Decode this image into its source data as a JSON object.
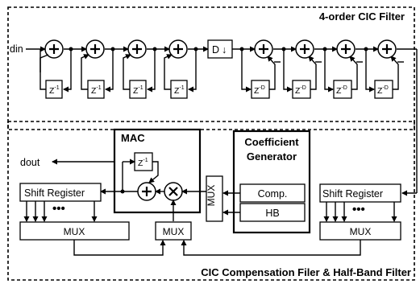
{
  "cic": {
    "title": "4-order CIC Filter",
    "input_label": "din",
    "integrator_delay_base": "Z",
    "integrator_delay_exp": "-1",
    "comb_delay_base": "Z",
    "comb_delay_exp": "-D",
    "downsampler_label": "D",
    "downsampler_arrow": "↓"
  },
  "compensation": {
    "title": "CIC Compensation Filer & Half-Band Filter",
    "output_label": "dout",
    "mac_title": "MAC",
    "mac_delay_base": "Z",
    "mac_delay_exp": "-1",
    "shift_register_left": "Shift Register",
    "shift_register_right": "Shift Register",
    "mux_bottom_left": "MUX",
    "mux_bottom_center": "MUX",
    "mux_bottom_right": "MUX",
    "mux_vertical": "MUX",
    "coef_title_line1": "Coefficient",
    "coef_title_line2": "Generator",
    "coef_comp": "Comp.",
    "coef_hb": "HB",
    "ellipsis": "•••"
  }
}
